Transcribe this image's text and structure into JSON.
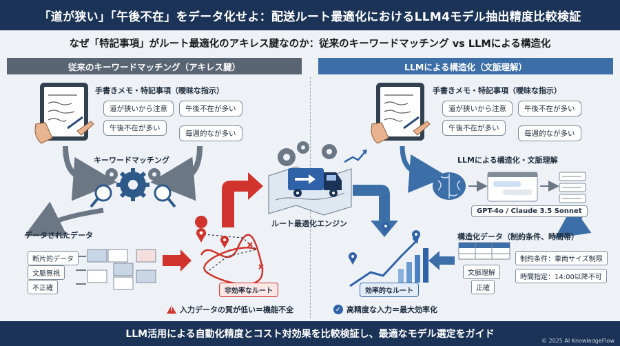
{
  "header": {
    "title": "「道が狭い」「午後不在」をデータ化せよ：配送ルート最適化におけるLLM4モデル抽出精度比較検証",
    "subtitle": "なぜ「特記事項」がルート最適化のアキレス腱なのか：従来のキーワードマッチング vs LLMによる構造化"
  },
  "left": {
    "header": "従来のキーワードマッチング（アキレス腱）",
    "memo_label": "手書きメモ・特記事項（曖昧な指示）",
    "bubbles": [
      "道が狭いから注意",
      "午後不在が多い",
      "午後不在が多い",
      "毎週的なが多い"
    ],
    "process_label": "キーワードマッチング",
    "data_label": "データされたデータ",
    "tags": [
      "断片的データ",
      "文脈無視",
      "不正確"
    ],
    "route_label": "非効率なルート",
    "warning": "入力データの質が低い＝機能不全"
  },
  "center": {
    "engine_label": "ルート最適化エンジン"
  },
  "right": {
    "header": "LLMによる構造化（文脈理解）",
    "memo_label": "手書きメモ・特記事項（曖昧な指示）",
    "bubbles": [
      "道が狭いから注意",
      "午後不在が多い",
      "午後不在が多い",
      "毎週的なが多い"
    ],
    "process_label": "LLMによる構造化・文脈理解",
    "model_label": "GPT-4o / Claude 3.5 Sonnet",
    "data_label": "構造化データ（制約条件、時間帯）",
    "tags_left": [
      "文脈理解",
      "正確"
    ],
    "tags_right": [
      "制約条件：車両サイズ制限",
      "時間指定：14:00以降不可"
    ],
    "route_label": "効率的なルート",
    "result": "高精度な入力＝最大効率化"
  },
  "footer": {
    "text": "LLM活用による自動化精度とコスト対効果を比較検証し、最適なモデル選定をガイド",
    "copyright": "© 2025 AI KnowledgeFlow"
  },
  "colors": {
    "navy": "#1b3356",
    "gray_header": "#5a6573",
    "blue_header": "#3c6ea8",
    "red_accent": "#d0342c",
    "blue_accent": "#2f62a8"
  }
}
